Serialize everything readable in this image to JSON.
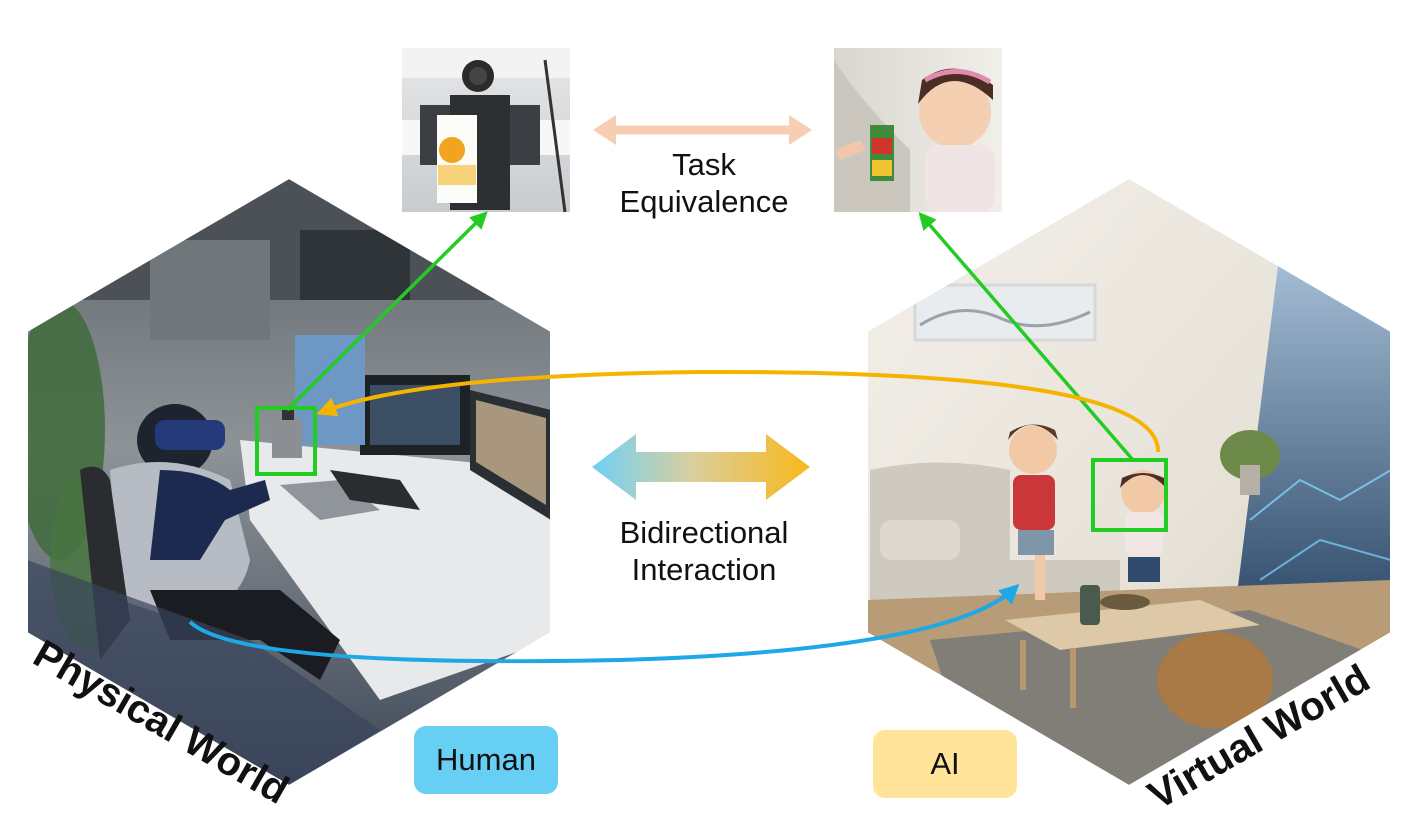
{
  "labels": {
    "task_equivalence_line1": "Task",
    "task_equivalence_line2": "Equivalence",
    "bidirectional_line1": "Bidirectional",
    "bidirectional_line2": "Interaction",
    "human": "Human",
    "ai": "AI",
    "physical_world": "Physical World",
    "virtual_world": "Virtual World"
  },
  "colors": {
    "green_arrow": "#22cc22",
    "yellow_arrow": "#f5b400",
    "blue_arrow": "#1fa8e6",
    "peach_arrow": "#f7cdb3",
    "human_badge": "#67cff3",
    "ai_badge": "#ffe49a",
    "gradient_start": "#6fd0f5",
    "gradient_end": "#f9b81b"
  }
}
